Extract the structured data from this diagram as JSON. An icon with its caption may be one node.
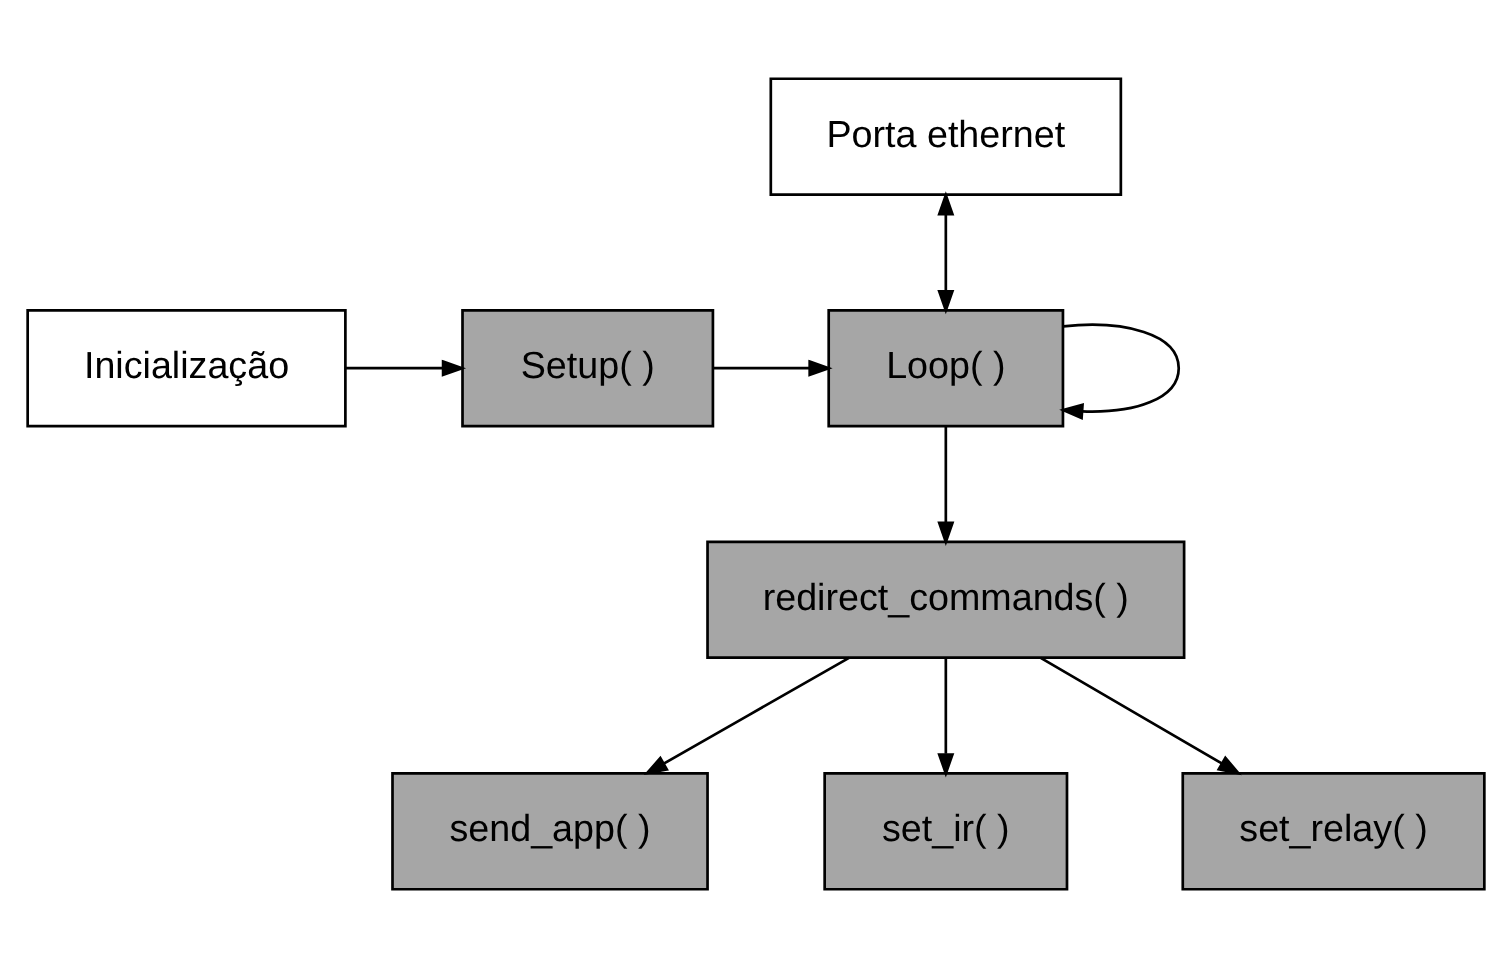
{
  "diagram": {
    "nodes": [
      {
        "text": [
          "Porta ethernet"
        ]
      },
      {
        "text": [
          "Inicialização"
        ]
      },
      {
        "text": [
          "Setup( )"
        ]
      },
      {
        "text": [
          "Loop( )"
        ]
      },
      {
        "text": [
          "redirect_commands( )"
        ]
      },
      {
        "text": [
          "send_app( )"
        ]
      },
      {
        "text": [
          "set_ir( )"
        ]
      },
      {
        "text": [
          "set_relay( )"
        ]
      }
    ],
    "edges": [
      {
        "from": 1,
        "to": 2,
        "arrow": "to"
      },
      {
        "from": 2,
        "to": 3,
        "arrow": "to"
      },
      {
        "from": 0,
        "to": 3,
        "arrow": "both"
      },
      {
        "from": 3,
        "to": 3,
        "arrow": "to"
      },
      {
        "from": 3,
        "to": 4,
        "arrow": "to"
      },
      {
        "from": 4,
        "to": 5,
        "arrow": "to"
      },
      {
        "from": 4,
        "to": 6,
        "arrow": "to"
      },
      {
        "from": 4,
        "to": 7,
        "arrow": "to"
      }
    ]
  }
}
